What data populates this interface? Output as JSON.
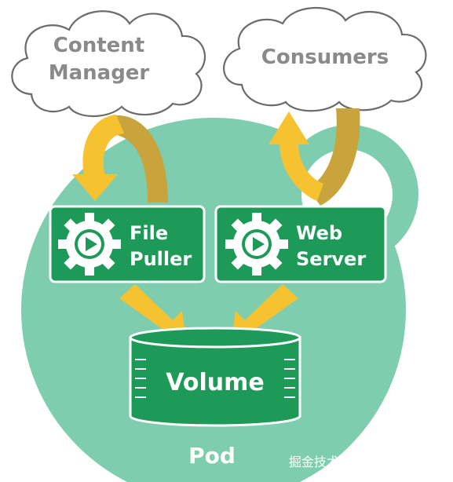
{
  "diagram": {
    "cloud_left": {
      "line1": "Content",
      "line2": "Manager"
    },
    "cloud_right": {
      "label": "Consumers"
    },
    "box_left": {
      "line1": "File",
      "line2": "Puller"
    },
    "box_right": {
      "line1": "Web",
      "line2": "Server"
    },
    "volume": {
      "label": "Volume"
    },
    "pod": {
      "label": "Pod"
    },
    "watermark": "掘金技术社区 @ 上将邢道荣"
  },
  "colors": {
    "pod_fill": "#7ecdae",
    "box_fill": "#1d9a57",
    "arrow_light": "#f6c22f",
    "arrow_dark": "#c9a43c",
    "cloud_text": "#8a8a8a"
  },
  "icons": [
    "cloud-icon",
    "gear-play-icon",
    "cylinder-icon",
    "arrow-icon"
  ]
}
